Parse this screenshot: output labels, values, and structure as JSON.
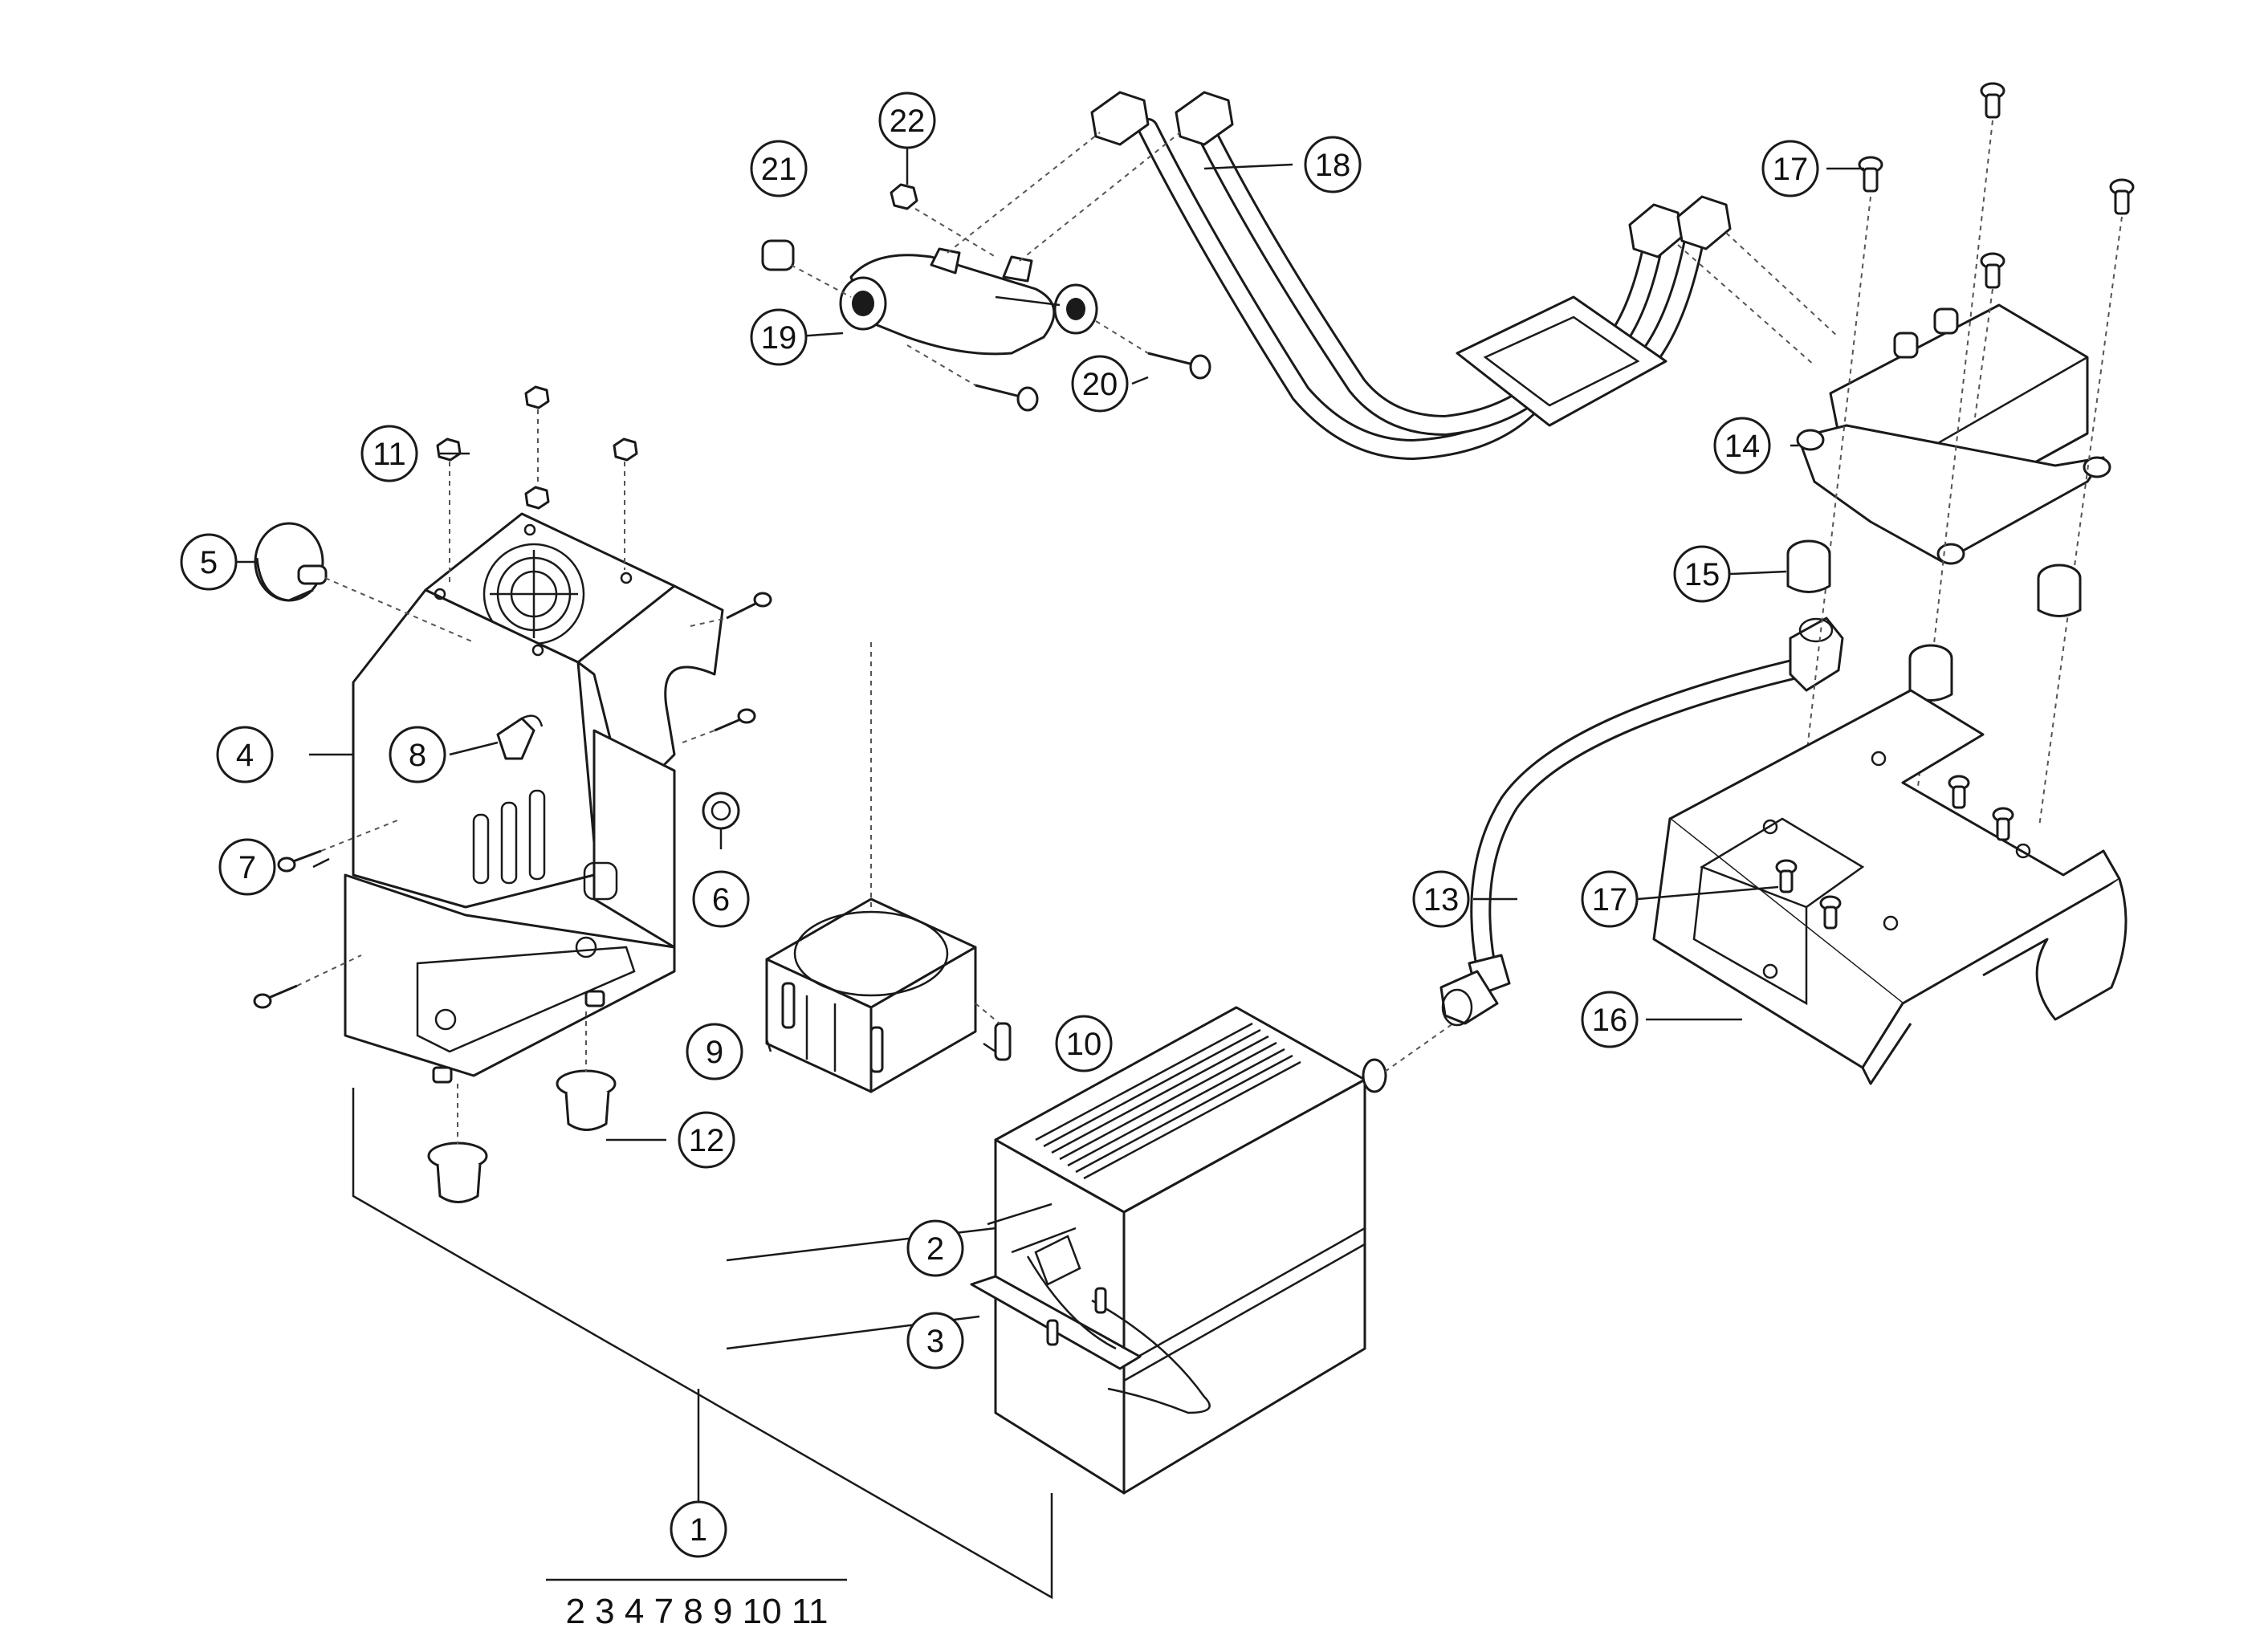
{
  "callouts": [
    {
      "id": "c1",
      "label": "1"
    },
    {
      "id": "c2",
      "label": "2"
    },
    {
      "id": "c3",
      "label": "3"
    },
    {
      "id": "c4",
      "label": "4"
    },
    {
      "id": "c5",
      "label": "5"
    },
    {
      "id": "c6",
      "label": "6"
    },
    {
      "id": "c7",
      "label": "7"
    },
    {
      "id": "c8",
      "label": "8"
    },
    {
      "id": "c9",
      "label": "9"
    },
    {
      "id": "c10",
      "label": "10"
    },
    {
      "id": "c11",
      "label": "11"
    },
    {
      "id": "c12",
      "label": "12"
    },
    {
      "id": "c13",
      "label": "13"
    },
    {
      "id": "c14",
      "label": "14"
    },
    {
      "id": "c15",
      "label": "15"
    },
    {
      "id": "c16",
      "label": "16"
    },
    {
      "id": "c17a",
      "label": "17"
    },
    {
      "id": "c17b",
      "label": "17"
    },
    {
      "id": "c18",
      "label": "18"
    },
    {
      "id": "c19",
      "label": "19"
    },
    {
      "id": "c20",
      "label": "20"
    },
    {
      "id": "c21",
      "label": "21"
    },
    {
      "id": "c22",
      "label": "22"
    }
  ],
  "kit": {
    "label": "1",
    "includes": "2 3 4 7 8 9 10 11"
  }
}
